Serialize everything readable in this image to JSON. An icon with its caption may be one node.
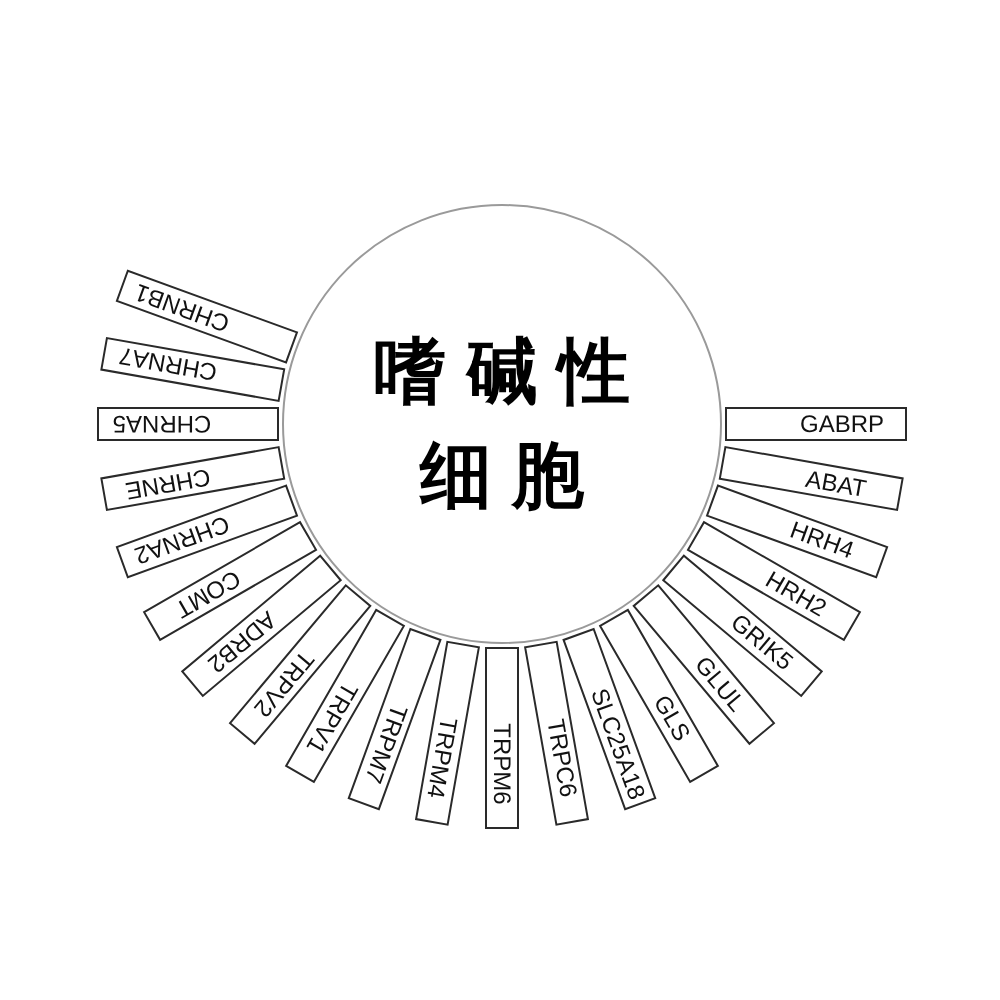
{
  "diagram": {
    "nodes": [
      {
        "text": [
          "嗜碱性细胞"
        ]
      },
      {
        "text": [
          "CHRNB1"
        ]
      },
      {
        "text": [
          "CHRNA7"
        ]
      },
      {
        "text": [
          "CHRNA5"
        ]
      },
      {
        "text": [
          "CHRNE"
        ]
      },
      {
        "text": [
          "CHRNA2"
        ]
      },
      {
        "text": [
          "COMT"
        ]
      },
      {
        "text": [
          "ADRB2"
        ]
      },
      {
        "text": [
          "TRPV2"
        ]
      },
      {
        "text": [
          "TRPV1"
        ]
      },
      {
        "text": [
          "TRPM7"
        ]
      },
      {
        "text": [
          "TRPM4"
        ]
      },
      {
        "text": [
          "TRPM6"
        ]
      },
      {
        "text": [
          "TRPC6"
        ]
      },
      {
        "text": [
          "SLC25A18"
        ]
      },
      {
        "text": [
          "GLS"
        ]
      },
      {
        "text": [
          "GLUL"
        ]
      },
      {
        "text": [
          "GRIK5"
        ]
      },
      {
        "text": [
          "HRH2"
        ]
      },
      {
        "text": [
          "HRH4"
        ]
      },
      {
        "text": [
          "ABAT"
        ]
      },
      {
        "text": [
          "GABRP"
        ]
      }
    ],
    "edges": []
  }
}
